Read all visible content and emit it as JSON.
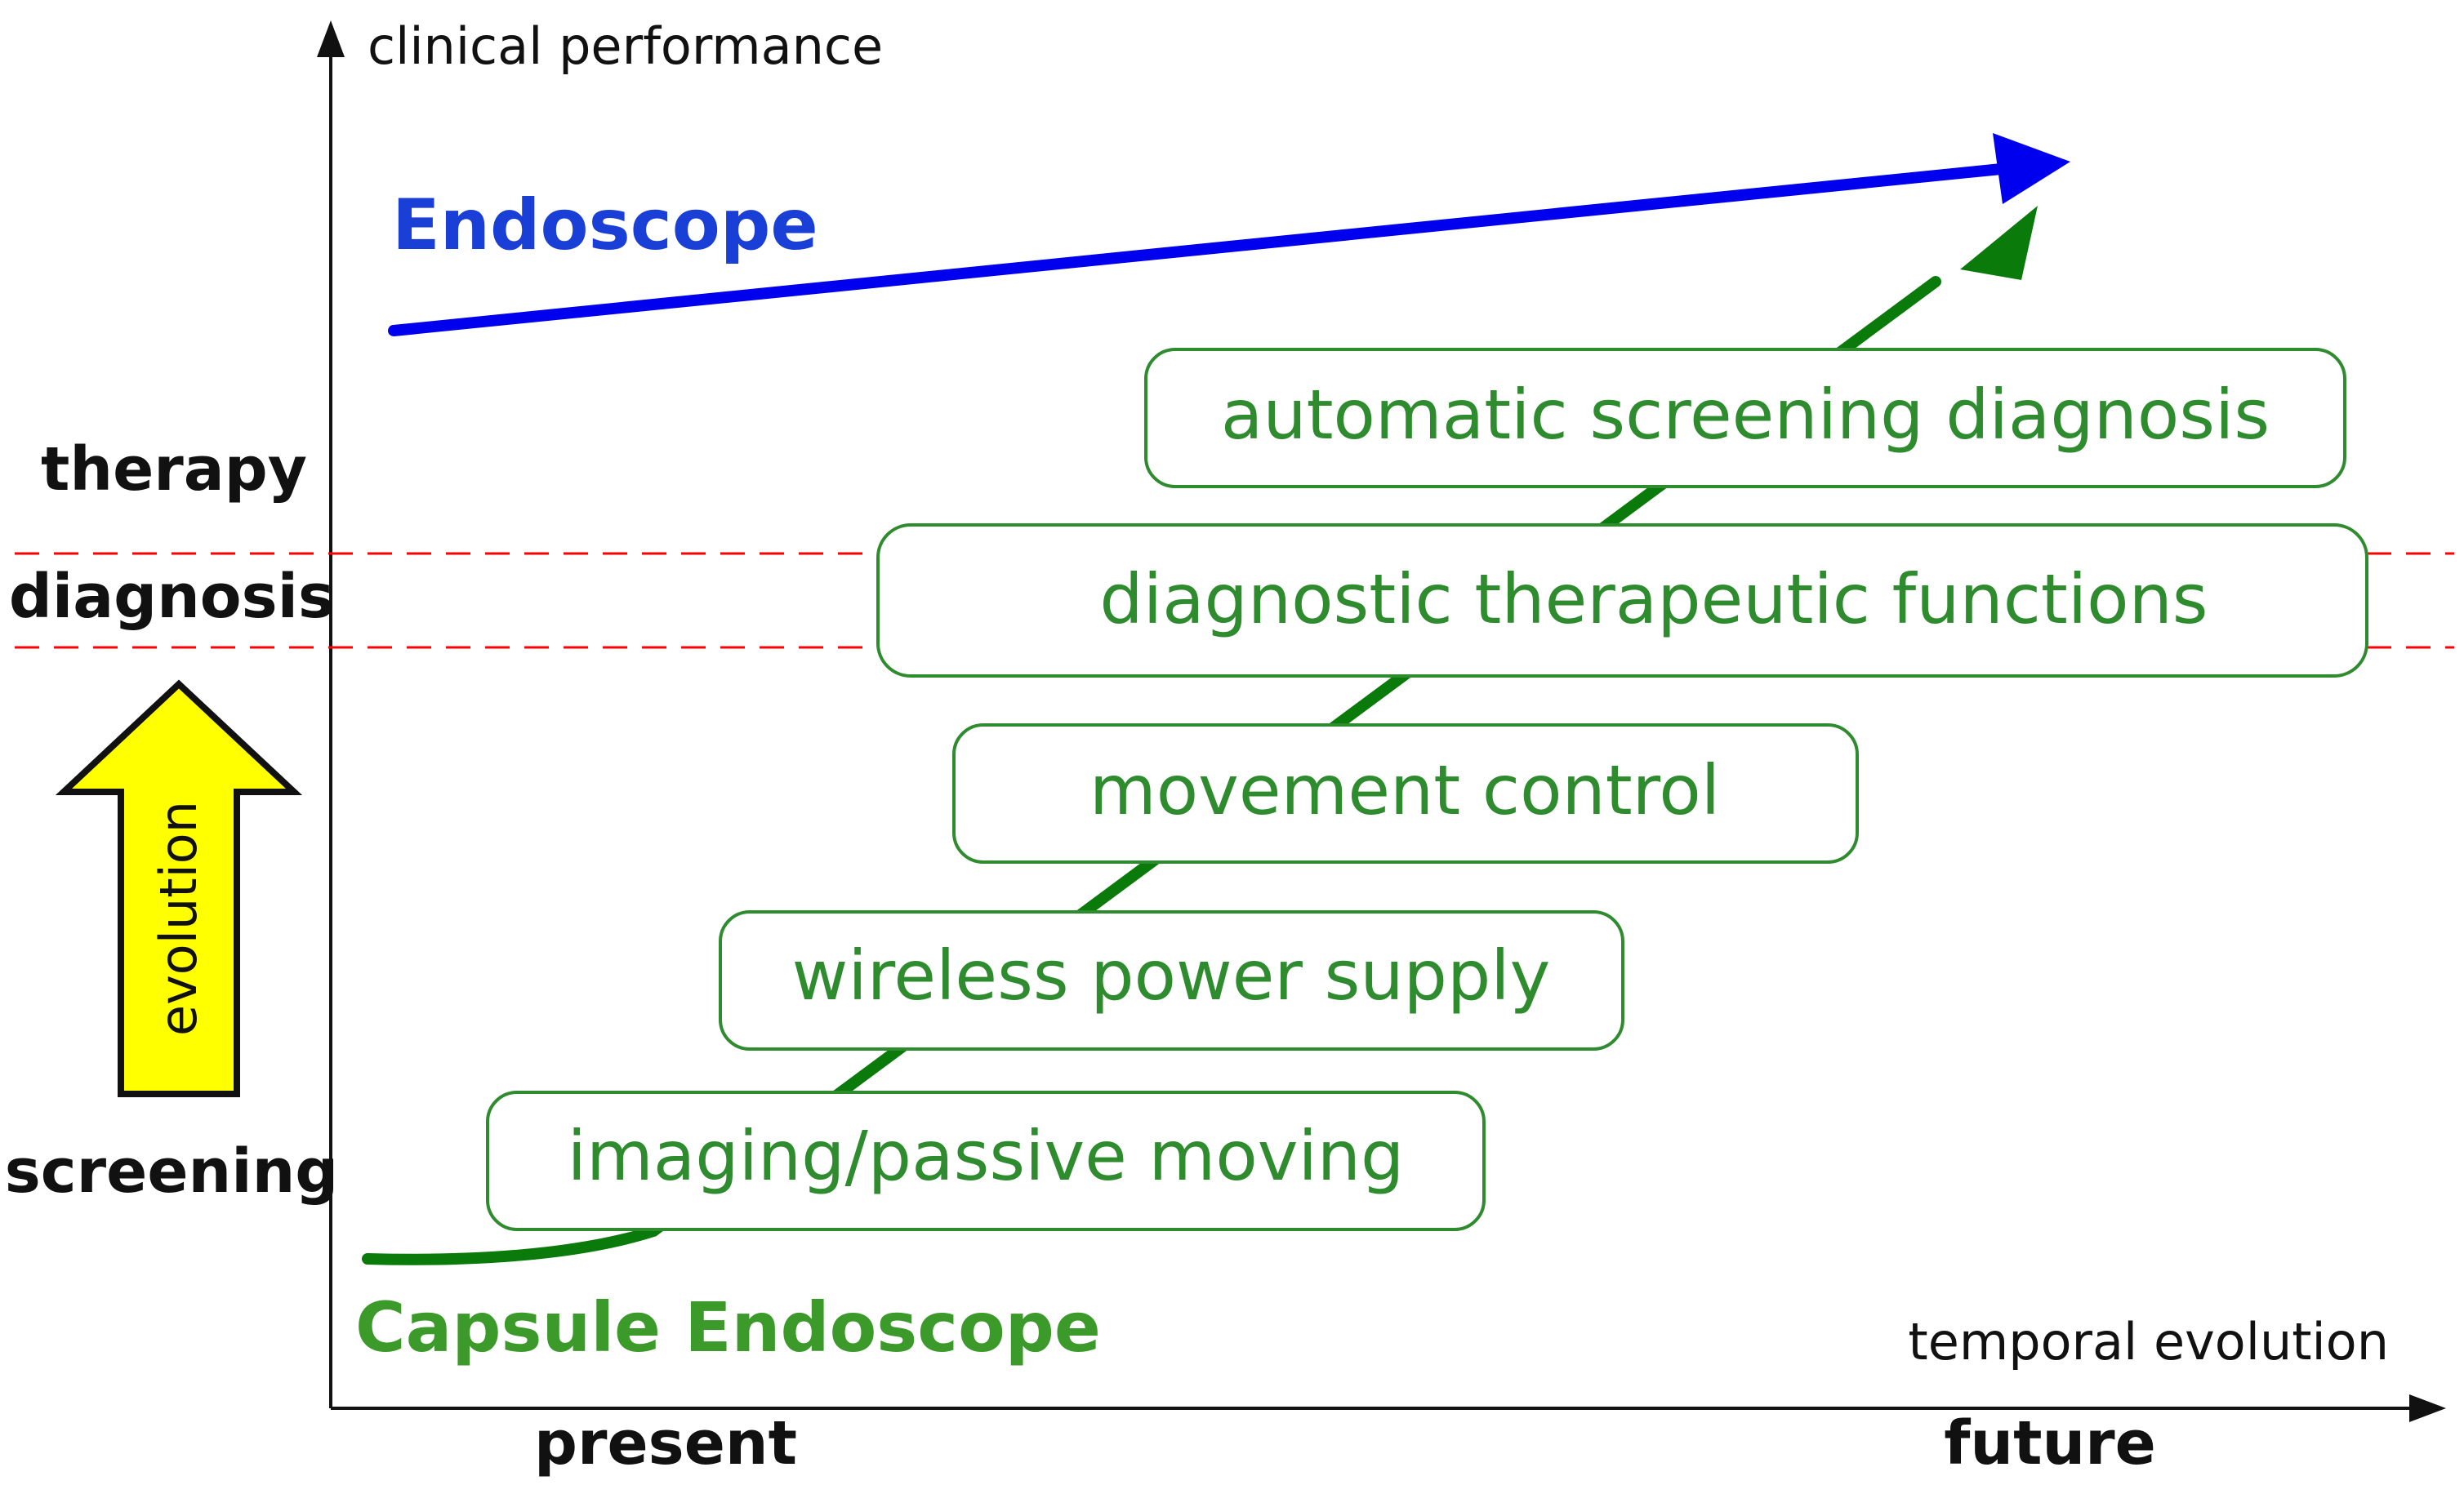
{
  "axes": {
    "y_label": "clinical performance",
    "x_label": "temporal evolution",
    "x_start": "present",
    "x_end": "future"
  },
  "levels": {
    "therapy": "therapy",
    "diagnosis": "diagnosis",
    "screening": "screening"
  },
  "evolution_arrow": {
    "label": "evolution",
    "fill_color": "#ffff00"
  },
  "endoscope": {
    "label": "Endoscope",
    "color": "#0000ee"
  },
  "capsule": {
    "label": "Capsule Endoscope",
    "color": "#0a7a0a"
  },
  "stages": [
    "imaging/passive moving",
    "wireless power supply",
    "movement control",
    "diagnostic therapeutic functions",
    "automatic screening diagnosis"
  ],
  "colors": {
    "stage_text": "#2e8b2e",
    "threshold_line": "#ff0000"
  }
}
